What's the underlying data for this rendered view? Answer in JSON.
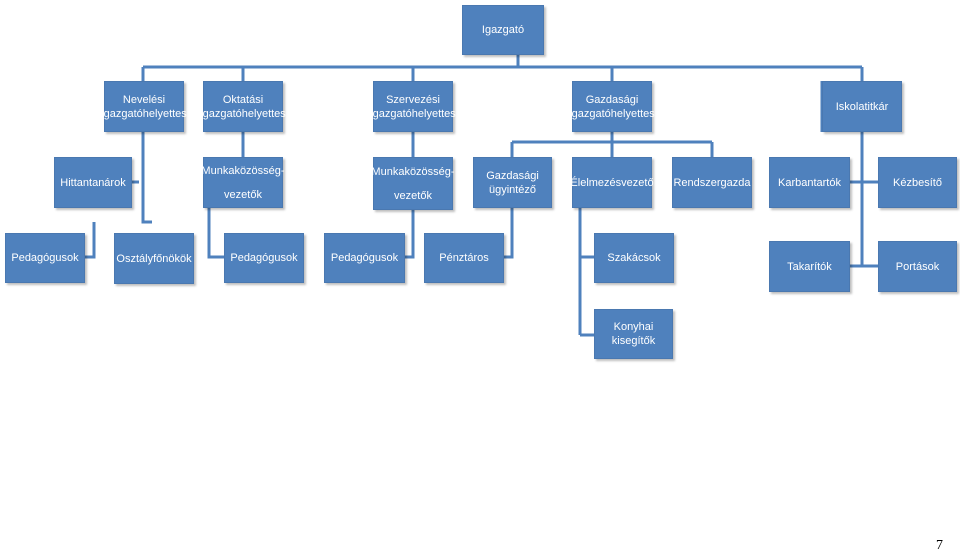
{
  "root": "Igazgató",
  "deputies": {
    "neveles": [
      "Nevelési",
      "igazgatóhelyettes"
    ],
    "oktatas": [
      "Oktatási",
      "igazgatóhelyettes"
    ],
    "szervezes": [
      "Szervezési",
      "igazgatóhelyettes"
    ],
    "gazdasag": [
      "Gazdasági",
      "igazgatóhelyettes"
    ],
    "iskolatitkar": "Iskolatitkár"
  },
  "level2": {
    "hittantanarok": "Hittantanárok",
    "munkakozosseg1": [
      "Munkaközösség-",
      "vezetők"
    ],
    "munkakozosseg2": [
      "Munkaközösség-",
      "vezetők"
    ],
    "gazdasagi_ugyintezo": [
      "Gazdasági",
      "ügyintéző"
    ],
    "elelmezesvezeto": "Élelmezésvezető",
    "rendszergazda": "Rendszergazda",
    "karbantartok": "Karbantartók",
    "kezbesito": "Kézbesítő"
  },
  "level3": {
    "pedagogusok1": "Pedagógusok",
    "osztalyfonokok": "Osztályfőnökök",
    "pedagogusok2": "Pedagógusok",
    "pedagogusok3": "Pedagógusok",
    "penztaros": "Pénztáros",
    "szakacsok": "Szakácsok",
    "takaritok": "Takarítók",
    "portasok": "Portások"
  },
  "level4": {
    "konyhai_kisegitok": "Konyhai kisegítők"
  },
  "page_number": "7",
  "colors": {
    "box": "#4f81bd",
    "line": "#4f81bd",
    "text": "#ffffff"
  }
}
